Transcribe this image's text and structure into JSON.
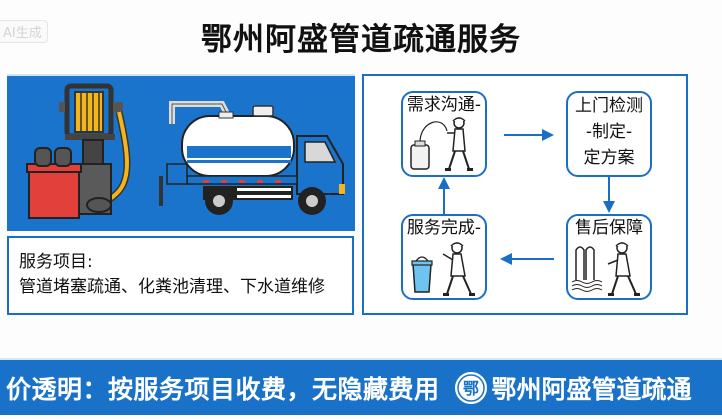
{
  "badge": {
    "label": "AI生成"
  },
  "header": {
    "title": "鄂州阿盛管道疏通服务"
  },
  "hero": {
    "alt": "illustration-high-pressure-jetter-and-sewage-suction-truck"
  },
  "services": {
    "label": "服务项目:",
    "items": "管道堵塞疏通、化粪池清理、下水道维修"
  },
  "flow": {
    "steps": [
      {
        "label": "需求沟通-",
        "icon": "worker-with-hose-icon"
      },
      {
        "label_lines": [
          "上门检测",
          "-制定-",
          "定方案"
        ],
        "icon": "none"
      },
      {
        "label": "售后保障",
        "icon": "worker-inspecting-pipes-icon"
      },
      {
        "label": "服务完成-",
        "icon": "worker-with-bucket-icon"
      }
    ],
    "arrows": [
      "right",
      "down",
      "left",
      "up"
    ]
  },
  "footer": {
    "slogan": "价透明：按服务项目收费，无隐藏费用",
    "logo_char": "鄂",
    "brand": "鄂州阿盛管道疏通"
  },
  "colors": {
    "brand_blue": "#1a72c8",
    "border_blue": "#1a6fc4",
    "hose_yellow": "#f3b51c",
    "engine_red": "#e2403b"
  }
}
